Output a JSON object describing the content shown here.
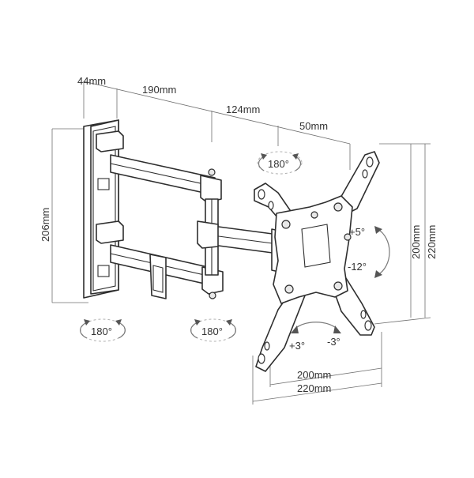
{
  "dimensions": {
    "plate_depth": "44mm",
    "arm1_length": "190mm",
    "arm2_length": "124mm",
    "bracket_depth": "50mm",
    "plate_height": "206mm",
    "vesa_vertical_inner": "200mm",
    "vesa_vertical_outer": "220mm",
    "vesa_horizontal_inner": "200mm",
    "vesa_horizontal_outer": "220mm"
  },
  "rotations": {
    "top_swivel": "180°",
    "wall_swivel": "180°",
    "middle_swivel": "180°",
    "tilt_up": "+5°",
    "tilt_down": "-12°",
    "level_plus": "+3°",
    "level_minus": "-3°"
  },
  "colors": {
    "line": "#2e2e2e",
    "dimension_line": "#6f6f6f",
    "background": "#ffffff"
  }
}
